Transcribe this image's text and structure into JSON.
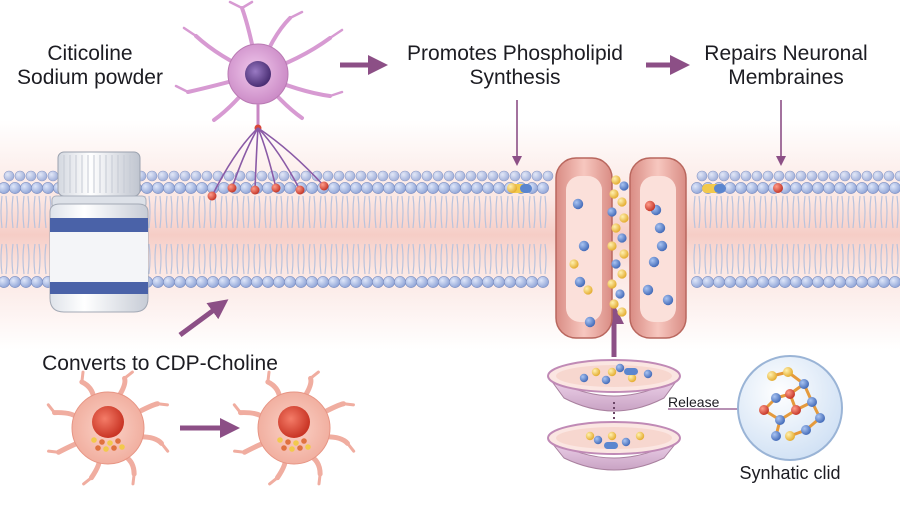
{
  "labels": {
    "product_line1": "Citicoline",
    "product_line2": "Sodium powder",
    "step_phospholipid_line1": "Promotes Phospholipid",
    "step_phospholipid_line2": "Synthesis",
    "step_repair_line1": "Repairs Neuronal",
    "step_repair_line2": "Membraines",
    "converts": "Converts to CDP-Choline",
    "release": "Release",
    "synthetic": "Synhatic clid"
  },
  "colors": {
    "membrane_head": "#9fb3de",
    "membrane_tail": "#c8d0e6",
    "membrane_glow": "#f6c9c3",
    "neuron": "#d79ad2",
    "nucleus": "#5b3b86",
    "arrow": "#8c4f86",
    "channel": "#e9a8a0",
    "bottle_band": "#4a62a8",
    "cell_body": "#f4b9ad",
    "cell_nucleus": "#d9473a",
    "bead_blue": "#5b86cf",
    "bead_yellow": "#f2c94c",
    "bead_red": "#d9473a"
  }
}
